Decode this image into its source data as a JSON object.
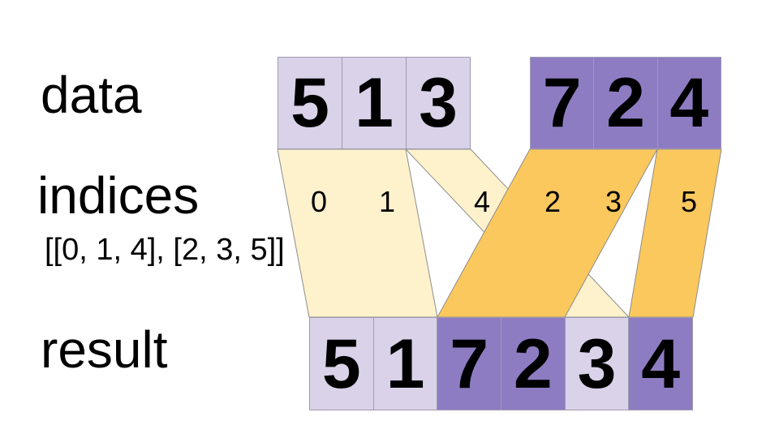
{
  "labels": {
    "data": "data",
    "indices": "indices",
    "indices_list": "[[0, 1, 4], [2, 3, 5]]",
    "result": "result"
  },
  "data_row": {
    "group1": {
      "tone": "light",
      "values": [
        "5",
        "1",
        "3"
      ]
    },
    "group2": {
      "tone": "dark",
      "values": [
        "7",
        "2",
        "4"
      ]
    }
  },
  "indices_row": {
    "group1_values": [
      "0",
      "1",
      "4"
    ],
    "group2_values": [
      "2",
      "3",
      "5"
    ]
  },
  "result_row": {
    "values": [
      "5",
      "1",
      "7",
      "2",
      "3",
      "4"
    ],
    "tones": [
      "light",
      "light",
      "dark",
      "dark",
      "light",
      "dark"
    ]
  },
  "colors": {
    "light_purple": "#d9d2e9",
    "dark_purple": "#8e7cc3",
    "cream_band": "#fdf2cc",
    "gold_band": "#fbc85d",
    "band_outline": "#8c8c8c",
    "cell_border": "#a09aae",
    "text": "#000000"
  }
}
